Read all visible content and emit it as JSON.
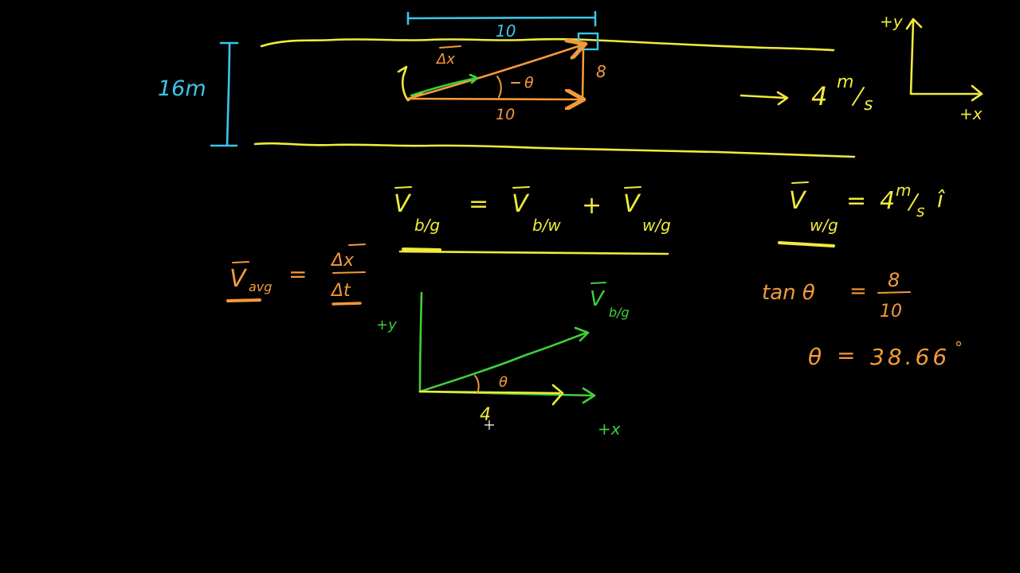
{
  "colors": {
    "background": "#000000",
    "yellow": "#f0ea3c",
    "cyan": "#3cc6e8",
    "orange": "#f29a3a",
    "green": "#3fd13a"
  },
  "river": {
    "width_label": "16m",
    "span_label": "10"
  },
  "triangle": {
    "hyp_label": "Δx",
    "angle_label": "θ",
    "base_label": "10",
    "height_label": "8"
  },
  "current": {
    "speed": "4",
    "unit_num": "m",
    "unit_den": "s"
  },
  "axes_top": {
    "y_label": "+y",
    "x_label": "+x"
  },
  "equation": {
    "lhs_v": "V",
    "lhs_sub": "b/g",
    "eq": "=",
    "t1_v": "V",
    "t1_sub": "b/w",
    "plus": "+",
    "t2_v": "V",
    "t2_sub": "w/g"
  },
  "vwg": {
    "v": "V",
    "sub": "w/g",
    "eq": "=",
    "val": "4",
    "unit_num": "m",
    "unit_den": "s",
    "hat": "î"
  },
  "vavg": {
    "v": "V",
    "sub": "avg",
    "eq": "=",
    "num": "Δx",
    "den": "Δt"
  },
  "tan": {
    "lhs": "tan θ",
    "eq": "=",
    "num": "8",
    "den": "10"
  },
  "theta": {
    "lhs": "θ",
    "eq": "=",
    "val": "38.66",
    "deg": "°"
  },
  "vector_diagram": {
    "y_label": "+y",
    "x_label": "+x",
    "v_label": "V",
    "v_sub": "b/g",
    "angle_label": "θ",
    "x_comp": "4"
  }
}
